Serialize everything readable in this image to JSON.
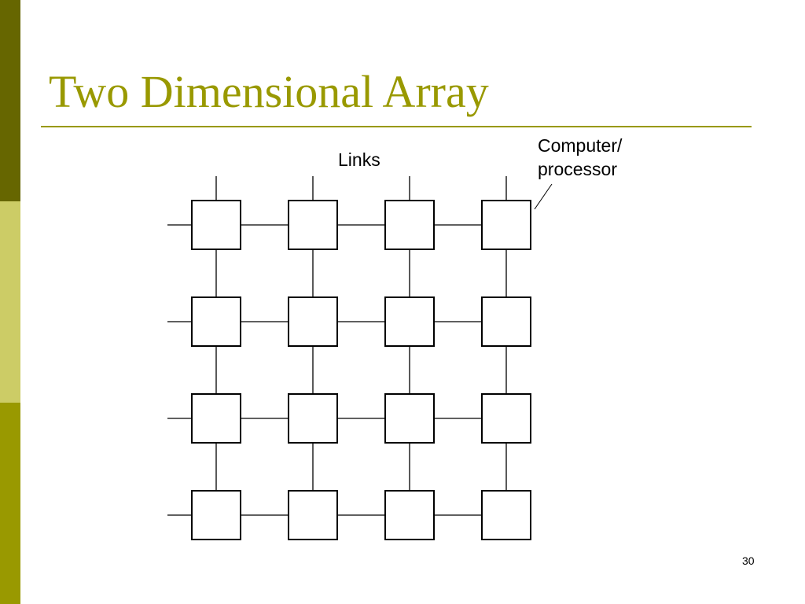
{
  "slide": {
    "title": "Two Dimensional Array",
    "page_number": "30"
  },
  "diagram": {
    "type": "2d-mesh-array",
    "rows": 4,
    "columns": 4,
    "labels": {
      "links": "Links",
      "node_line1": "Computer/",
      "node_line2": "processor"
    }
  },
  "colors": {
    "accent": "#999900",
    "bar_dark": "#666600",
    "bar_light": "#cccc66"
  }
}
